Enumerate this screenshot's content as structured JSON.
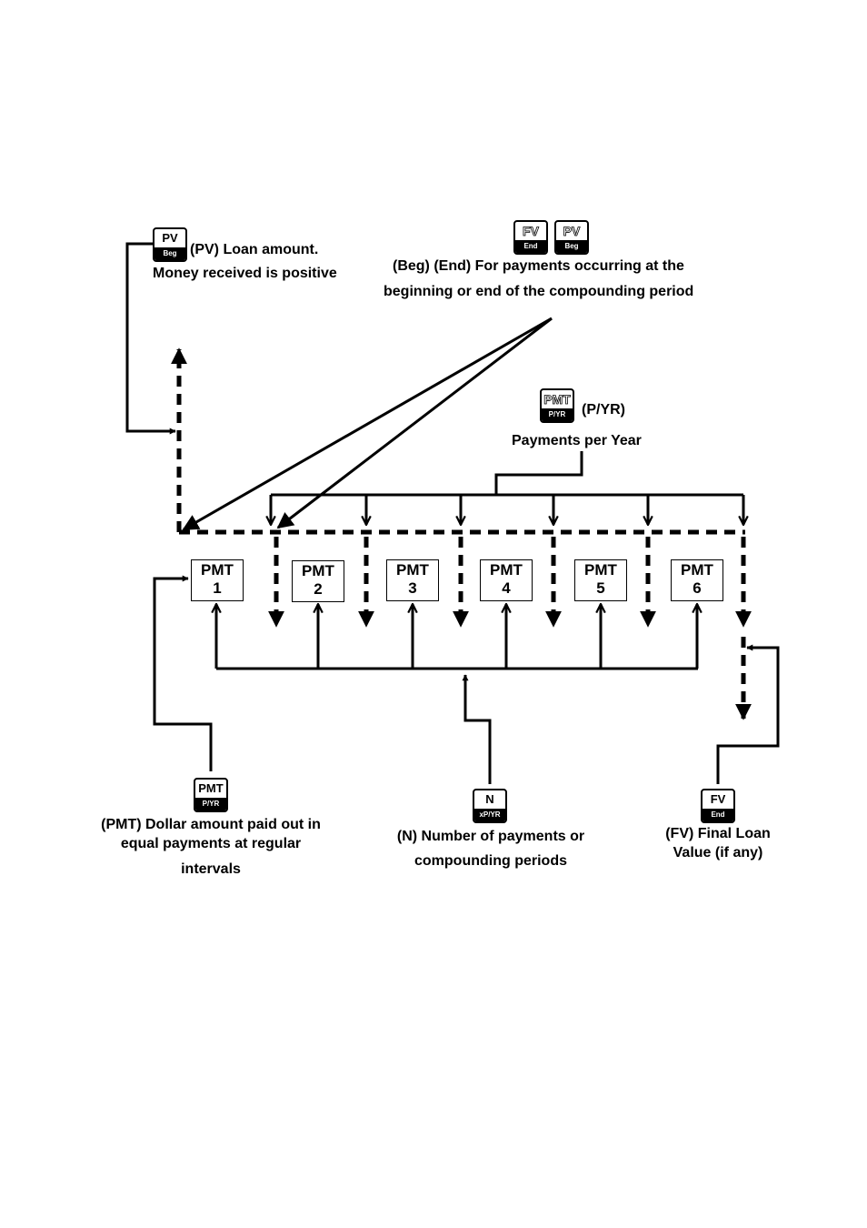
{
  "keys": {
    "pv_beg": {
      "top": "PV",
      "bottom": "Beg"
    },
    "fv_end": {
      "top": "FV",
      "bottom": "End"
    },
    "pv_beg2": {
      "top": "PV",
      "bottom": "Beg"
    },
    "pmt_pyr": {
      "top": "PMT",
      "bottom": "P/YR"
    },
    "pmt_pyr2": {
      "top": "PMT",
      "bottom": "P/YR"
    },
    "n_xpyr": {
      "top": "N",
      "bottom": "xP/YR"
    },
    "fv_end2": {
      "top": "FV",
      "bottom": "End"
    }
  },
  "labels": {
    "pv_line1": "(PV) Loan amount.",
    "pv_line2": "Money received is positive",
    "begend_line1": "(Beg) (End) For payments occurring at the",
    "begend_line2": "beginning or end of the compounding period",
    "pyr_title": "(P/YR)",
    "pyr_sub": "Payments per Year",
    "pmt_line1": "(PMT) Dollar amount paid out in",
    "pmt_line2": "equal payments at regular",
    "pmt_line3": "intervals",
    "n_line1": "(N) Number of payments or",
    "n_line2": "compounding periods",
    "fv_line1": "(FV) Final Loan",
    "fv_line2": "Value  (if any)"
  },
  "payments": [
    {
      "label": "PMT",
      "num": "1"
    },
    {
      "label": "PMT",
      "num": "2"
    },
    {
      "label": "PMT",
      "num": "3"
    },
    {
      "label": "PMT",
      "num": "4"
    },
    {
      "label": "PMT",
      "num": "5"
    },
    {
      "label": "PMT",
      "num": "6"
    }
  ]
}
